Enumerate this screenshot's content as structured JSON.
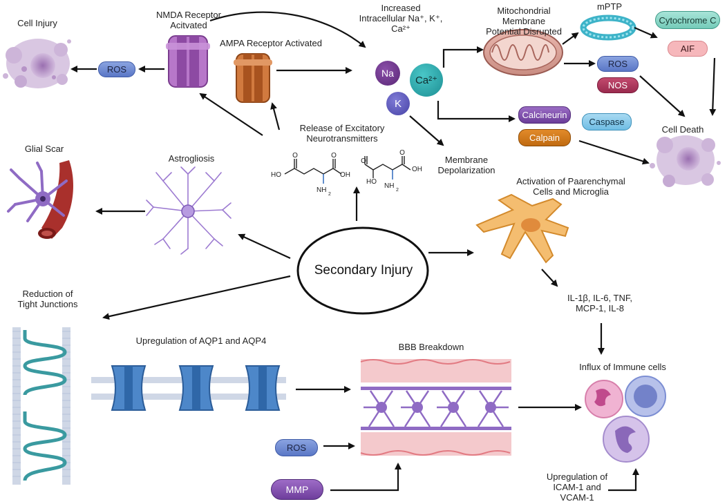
{
  "labels": {
    "cell_injury": "Cell Injury",
    "nmda": "NMDA Receptor\nAcitvated",
    "ampa": "AMPA Receptor Activated",
    "increased_ions": "Increased\nIntracellular Na⁺, K⁺,\nCa²⁺",
    "mito": "Mitochondrial\nMembrane\nPotential Disrupted",
    "mptp": "mPTP",
    "cell_death": "Cell Death",
    "release": "Release of Excitatory\nNeurotransmitters",
    "membrane_depol": "Membrane\nDepolarization",
    "glial_scar": "Glial Scar",
    "astrogliosis": "Astrogliosis",
    "activation": "Activation of Paarenchymal\nCells and Microglia",
    "secondary_injury": "Secondary Injury",
    "reduction": "Reduction of\nTight Junctions",
    "cytokines": "IL-1β, IL-6, TNF,\nMCP-1, IL-8",
    "aqp": "Upregulation of AQP1 and AQP4",
    "bbb": "BBB Breakdown",
    "influx": "Influx of Immune cells",
    "icam": "Upregulation of\nICAM-1 and\nVCAM-1"
  },
  "pills": {
    "ros_left": "ROS",
    "ros_mito": "ROS",
    "nos": "NOS",
    "cytochrome": "Cytochrome C",
    "aif": "AIF",
    "calcineurin": "Calcineurin",
    "calpain": "Calpain",
    "caspase": "Caspase",
    "ros_bottom": "ROS",
    "mmp": "MMP"
  },
  "ions": {
    "na": "Na",
    "k": "K",
    "ca": "Ca²⁺"
  },
  "chem": {
    "ho1": "HO",
    "oh1": "OH",
    "nh2_1": "NH",
    "o1": "O",
    "o2": "O",
    "ho2": "HO",
    "oh2": "OH",
    "nh2_2": "NH",
    "o3": "O",
    "o4": "O",
    "sub2": "2"
  },
  "colors": {
    "arrow": "#111111",
    "ros": "#6a86d2",
    "glia": "#8f6bc4",
    "vessel": "#a9302c",
    "microglia": "#f2b86a",
    "channel": "#4d87c9",
    "tight_junction": "#3a9aa0",
    "cell_dead": "#b698c6"
  }
}
